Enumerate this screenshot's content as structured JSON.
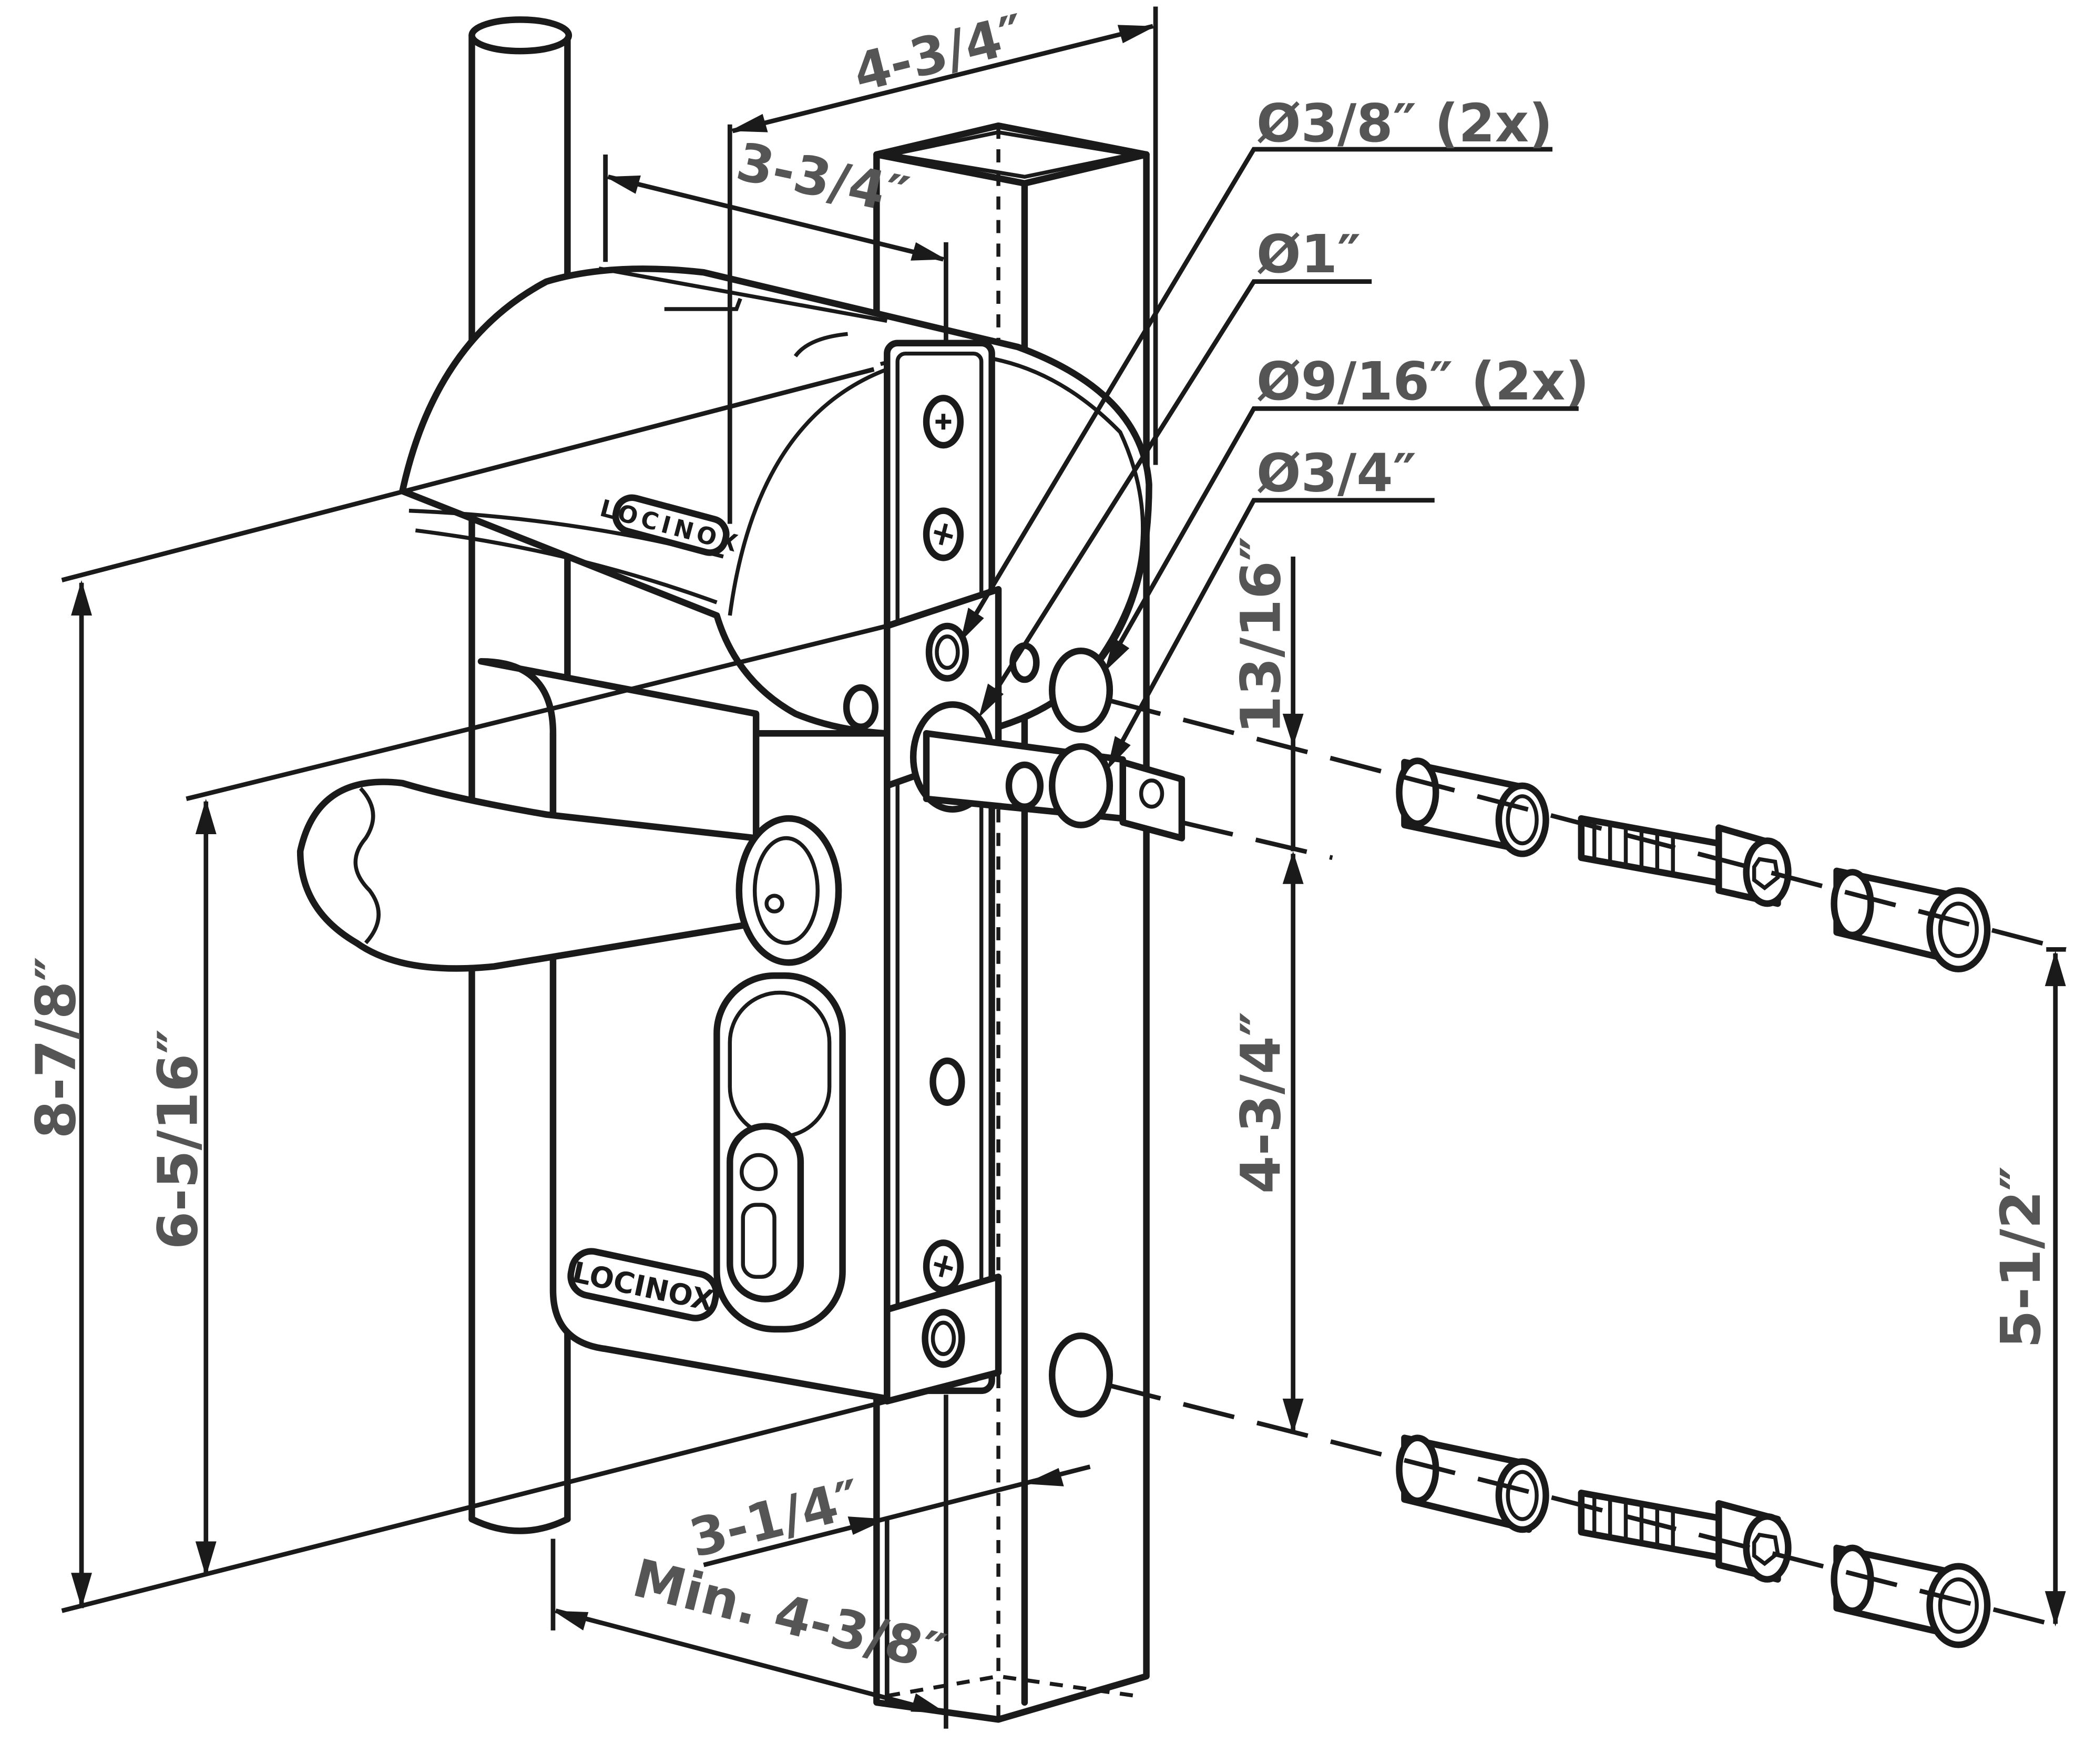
{
  "brand": {
    "logo_text": "LOCINOX"
  },
  "dimensions": {
    "overall_height": "8-7/8″",
    "handle_to_bottom": "6-5/16″",
    "overall_depth": "4-3/4″",
    "box_width": "3-3/4″",
    "backset": "3-1/4″",
    "min_profile": "Min. 4-3/8″",
    "bolt_offset": "13/16″",
    "bolt_to_fixing": "4-3/4″",
    "fixing_spacing": "5-1/2″"
  },
  "callouts": {
    "hole_small": "Ø3/8″ (2x)",
    "hole_latch": "Ø1″",
    "hole_mid": "Ø9/16″ (2x)",
    "hole_bolt": "Ø3/4″"
  },
  "colors": {
    "line": "#1a1a1a",
    "dimension_text": "#555555"
  }
}
